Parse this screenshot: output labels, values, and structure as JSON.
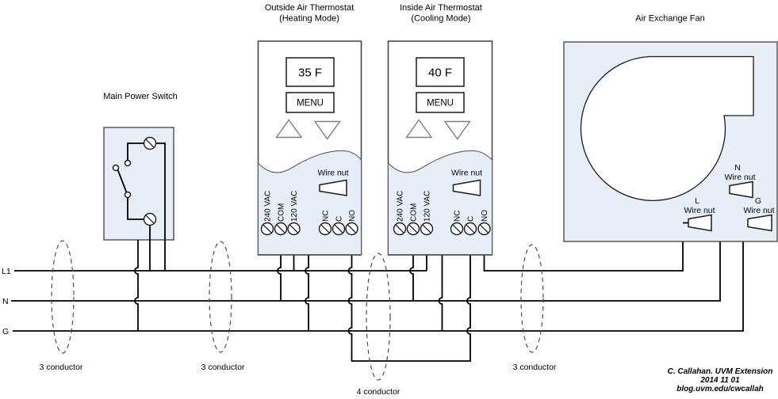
{
  "colors": {
    "component_fill": "#e8eef8",
    "wire": "#000000",
    "border": "#4d4d4d",
    "triangle_stroke": "#7f7f7f"
  },
  "power_switch": {
    "title": "Main Power Switch"
  },
  "thermostats": [
    {
      "title": "Outside Air Thermostat",
      "subtitle": "(Heating Mode)",
      "display": "35 F",
      "menu_label": "MENU",
      "wire_nut_label": "Wire nut",
      "terminals": [
        "240 VAC",
        "COM",
        "120 VAC",
        "NC",
        "C",
        "NO"
      ]
    },
    {
      "title": "Inside Air Thermostat",
      "subtitle": "(Cooling Mode)",
      "display": "40 F",
      "menu_label": "MENU",
      "wire_nut_label": "Wire nut",
      "terminals": [
        "240 VAC",
        "COM",
        "120 VAC",
        "NC",
        "C",
        "NO"
      ]
    }
  ],
  "fan": {
    "title": "Air Exchange Fan",
    "wire_nuts": [
      {
        "line": "L",
        "label": "Wire nut"
      },
      {
        "line": "N",
        "label": "Wire nut"
      },
      {
        "line": "G",
        "label": "Wire nut"
      }
    ]
  },
  "buses": {
    "l1": "L1",
    "n": "N",
    "g": "G"
  },
  "cables": [
    {
      "label": "3 conductor"
    },
    {
      "label": "3 conductor"
    },
    {
      "label": "4 conductor"
    },
    {
      "label": "3 conductor"
    }
  ],
  "attribution": {
    "line1": "C. Callahan. UVM Extension",
    "line2": "2014 11 01",
    "line3": "blog.uvm.edu/cwcallah"
  }
}
